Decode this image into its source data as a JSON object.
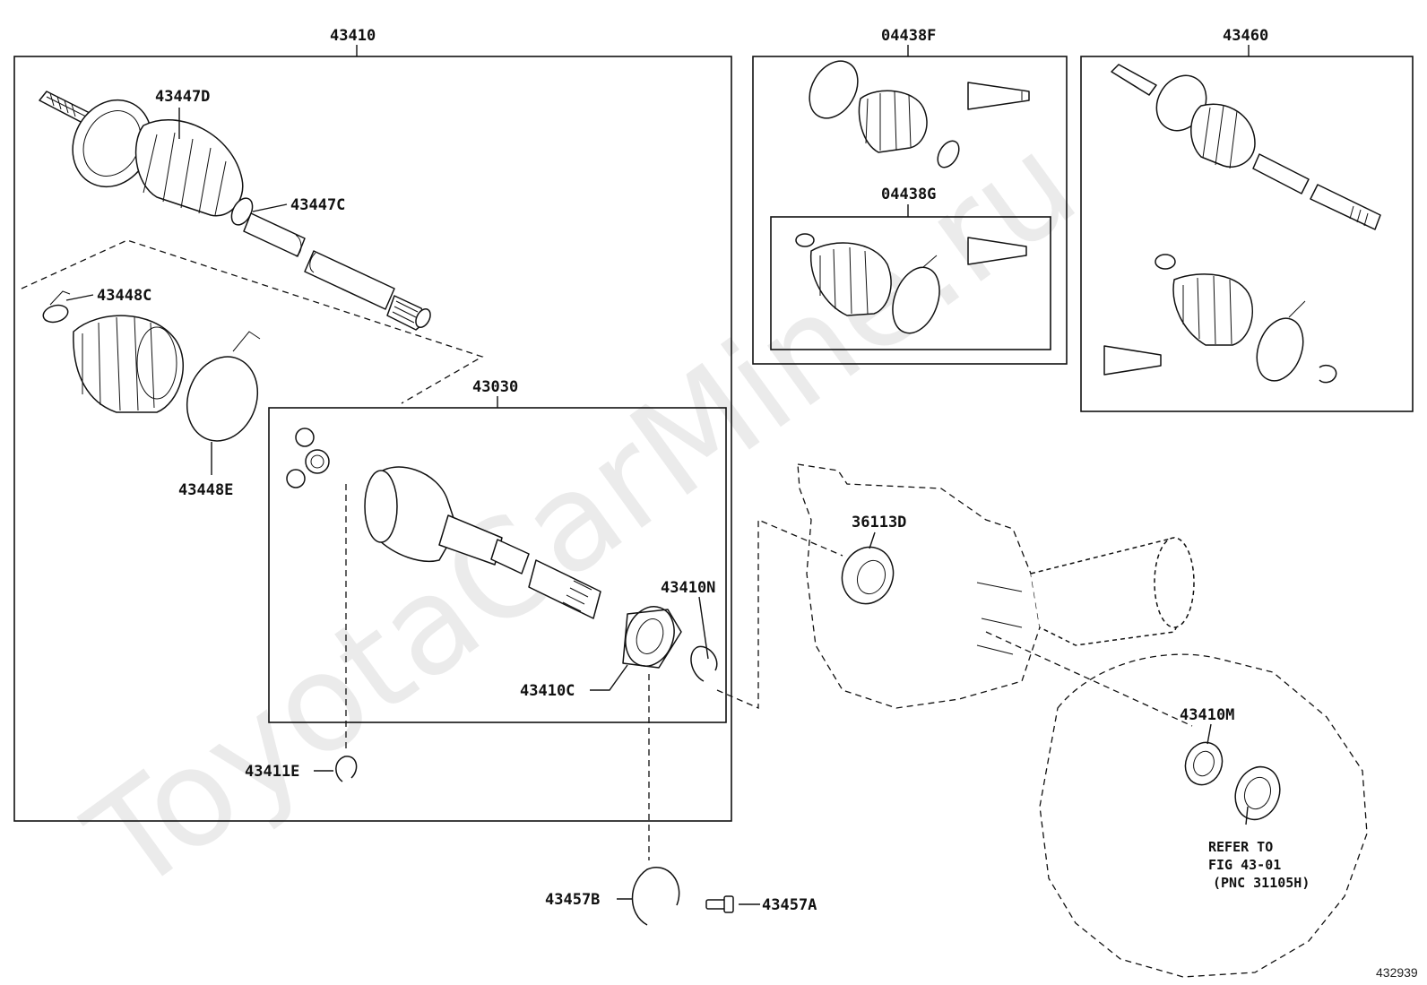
{
  "watermark": "ToyotaCarMine.ru",
  "figure_number": "432939",
  "groups": {
    "main_assembly": "43410",
    "outer_boot_kit": "04438F",
    "inner_boot_kit": "04438G",
    "rh_assembly": "43460",
    "inner_joint": "43030"
  },
  "parts": {
    "p43447D": "43447D",
    "p43447C": "43447C",
    "p43448C": "43448C",
    "p43448E": "43448E",
    "p43410N": "43410N",
    "p43410C": "43410C",
    "p43411E": "43411E",
    "p43457B": "43457B",
    "p43457A": "43457A",
    "p36113D": "36113D",
    "p43410M": "43410M"
  },
  "note": {
    "line1": "REFER TO",
    "line2": "FIG 43-01",
    "line3": "(PNC 31105H)"
  }
}
